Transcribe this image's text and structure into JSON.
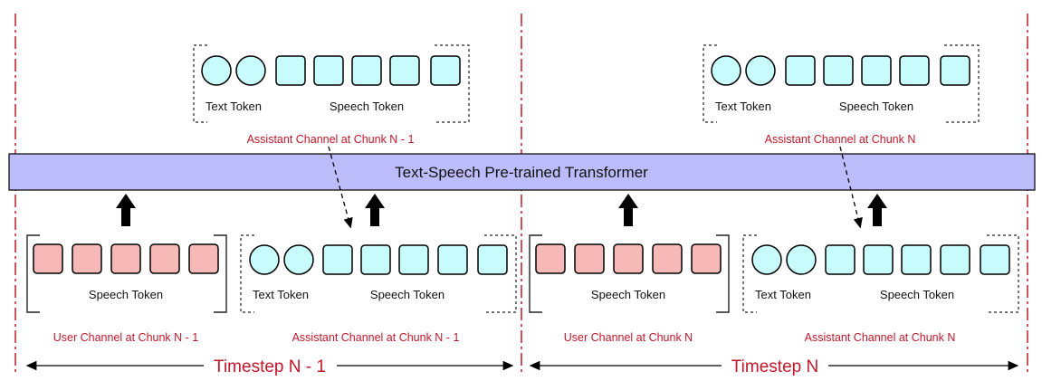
{
  "transformer": {
    "label": "Text-Speech Pre-trained Transformer"
  },
  "token_labels": {
    "text": "Text Token",
    "speech": "Speech Token"
  },
  "channels": {
    "assistant_top_prev": "Assistant Channel at Chunk N - 1",
    "assistant_top_curr": "Assistant Channel at Chunk N",
    "user_prev": "User Channel at Chunk N - 1",
    "assistant_bottom_prev": "Assistant Channel at Chunk N - 1",
    "user_curr": "User Channel at Chunk N",
    "assistant_bottom_curr": "Assistant Channel at Chunk N"
  },
  "timesteps": {
    "prev": "Timestep N - 1",
    "curr": "Timestep N"
  },
  "colors": {
    "text_token": "#c8fbfb",
    "speech_token_assistant": "#c8fbfb",
    "speech_token_user": "#f7b9b7",
    "transformer_fill": "#bdbcfb",
    "accent_red": "#c0182a",
    "divider": "#c0182a"
  }
}
